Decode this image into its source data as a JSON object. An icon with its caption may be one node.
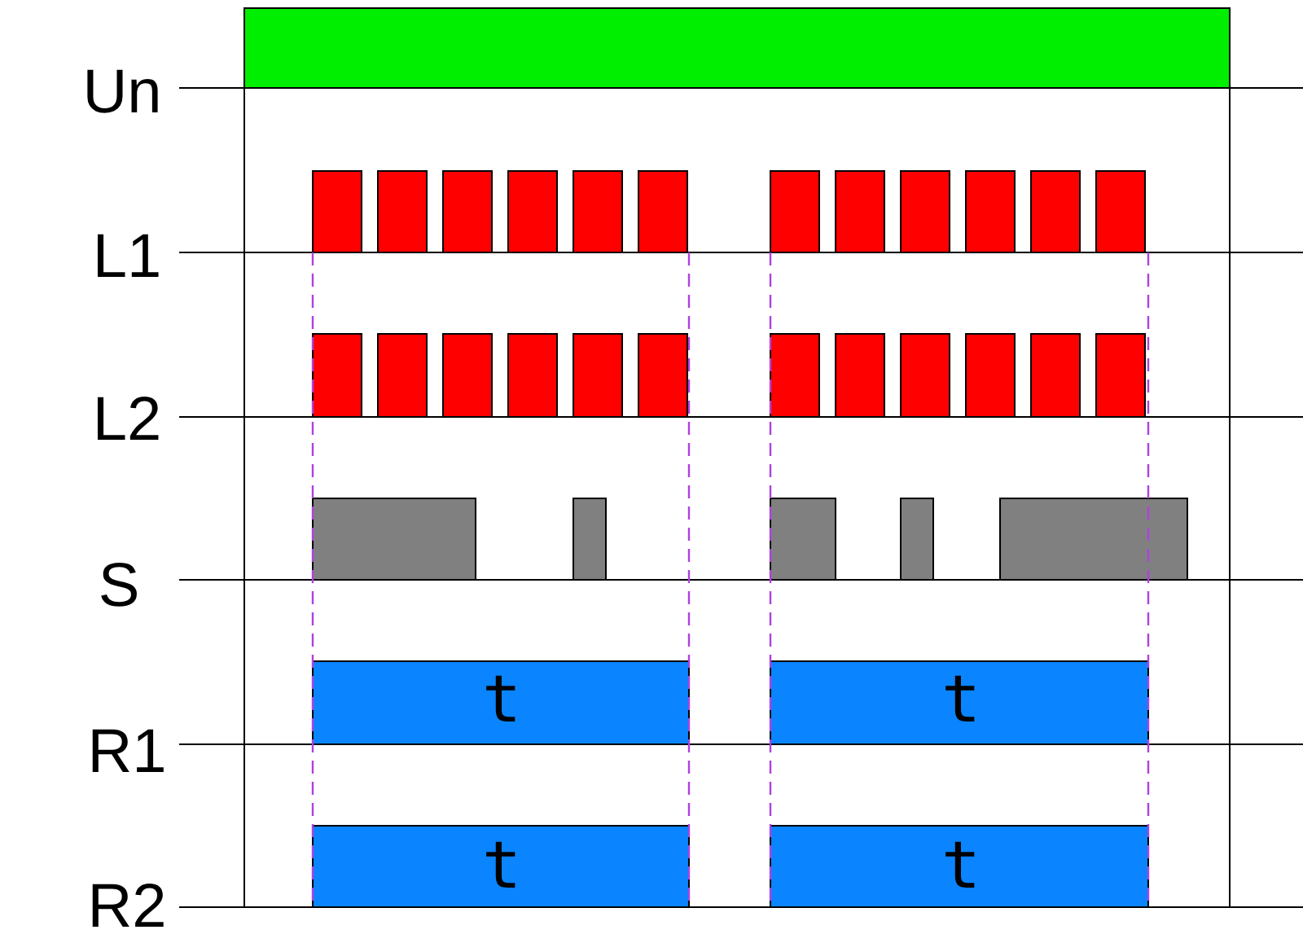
{
  "diagram": {
    "labels": [
      "Un",
      "L1",
      "L2",
      "S",
      "R1",
      "t",
      "t",
      "R2",
      "t",
      "t"
    ]
  }
}
